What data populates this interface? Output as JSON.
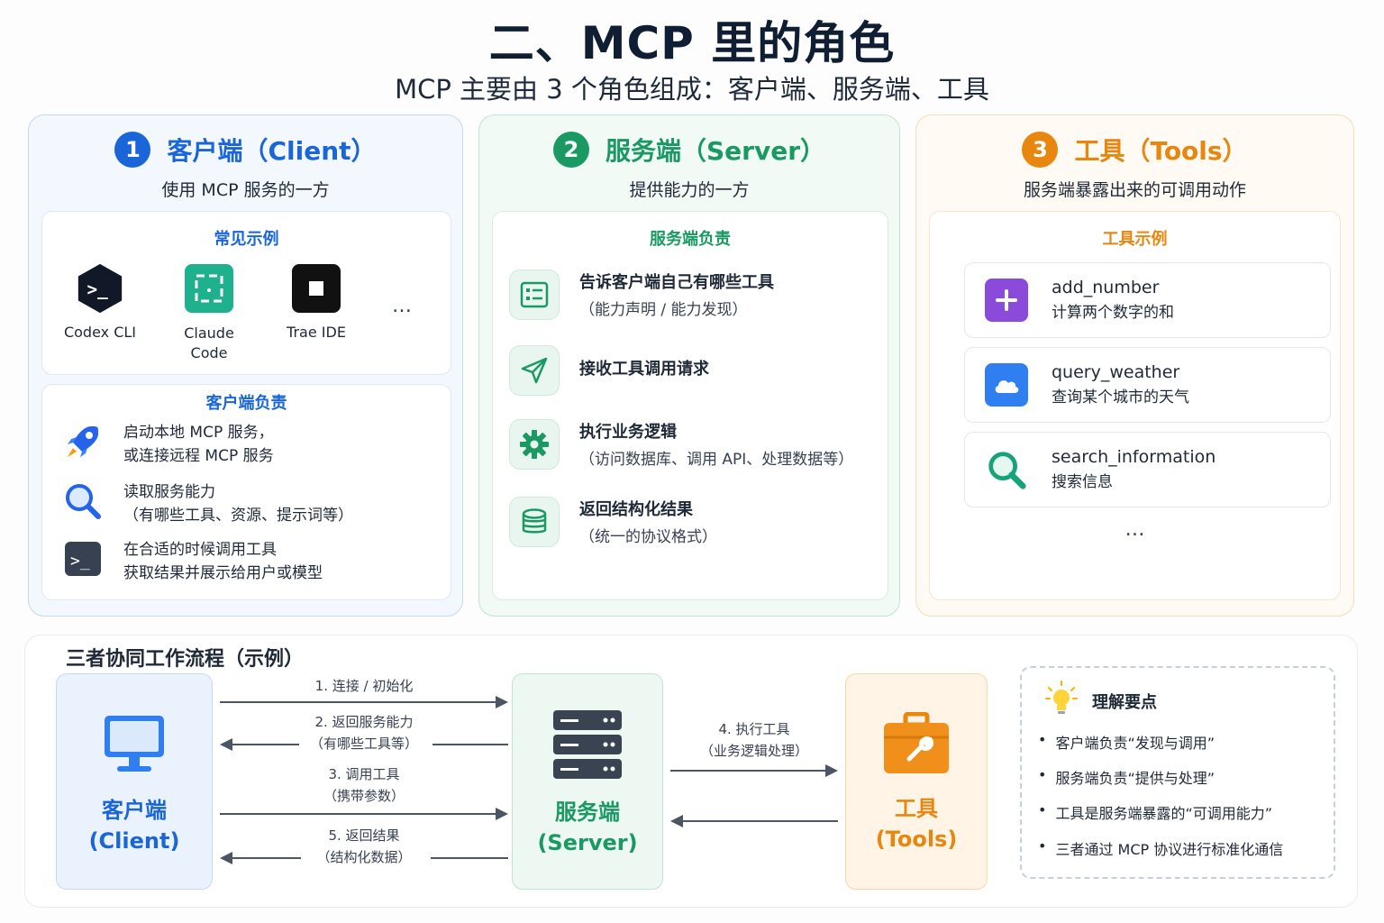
{
  "header": {
    "title": "二、MCP 里的角色",
    "subtitle": "MCP 主要由 3 个角色组成：客户端、服务端、工具"
  },
  "client": {
    "num": "1",
    "title": "客户端（Client）",
    "sub": "使用 MCP 服务的一方",
    "examples_title": "常见示例",
    "examples": [
      {
        "label": "Codex CLI",
        "icon": "terminal-hexagon-icon"
      },
      {
        "label": "Claude Code",
        "icon": "claude-code-icon"
      },
      {
        "label": "Trae IDE",
        "icon": "trae-ide-icon"
      }
    ],
    "more": "…",
    "resp_title": "客户端负责",
    "resp": [
      {
        "l1": "启动本地 MCP 服务，",
        "l2": "或连接远程 MCP 服务",
        "icon": "rocket-icon"
      },
      {
        "l1": "读取服务能力",
        "l2": "（有哪些工具、资源、提示词等）",
        "icon": "magnifier-icon"
      },
      {
        "l1": "在合适的时候调用工具",
        "l2": "获取结果并展示给用户或模型",
        "icon": "terminal-icon"
      }
    ]
  },
  "server": {
    "num": "2",
    "title": "服务端（Server）",
    "sub": "提供能力的一方",
    "resp_title": "服务端负责",
    "resp": [
      {
        "l1": "告诉客户端自己有哪些工具",
        "l2": "（能力声明 / 能力发现）",
        "icon": "list-icon"
      },
      {
        "l1": "接收工具调用请求",
        "l2": "",
        "icon": "send-icon"
      },
      {
        "l1": "执行业务逻辑",
        "l2": "（访问数据库、调用 API、处理数据等）",
        "icon": "gear-icon"
      },
      {
        "l1": "返回结构化结果",
        "l2": "（统一的协议格式）",
        "icon": "database-icon"
      }
    ]
  },
  "tools": {
    "num": "3",
    "title": "工具（Tools）",
    "sub": "服务端暴露出来的可调用动作",
    "examples_title": "工具示例",
    "items": [
      {
        "name": "add_number",
        "desc": "计算两个数字的和",
        "icon": "plus-icon"
      },
      {
        "name": "query_weather",
        "desc": "查询某个城市的天气",
        "icon": "cloud-icon"
      },
      {
        "name": "search_information",
        "desc": "搜索信息",
        "icon": "search-icon"
      }
    ],
    "more": "…"
  },
  "flow": {
    "title": "三者协同工作流程（示例）",
    "client": {
      "l1": "客户端",
      "l2": "(Client)"
    },
    "server": {
      "l1": "服务端",
      "l2": "(Server)"
    },
    "tools": {
      "l1": "工具",
      "l2": "(Tools)"
    },
    "steps": {
      "s1": "1. 连接 / 初始化",
      "s2a": "2. 返回服务能力",
      "s2b": "（有哪些工具等）",
      "s3a": "3. 调用工具",
      "s3b": "（携带参数）",
      "s4a": "4. 执行工具",
      "s4b": "（业务逻辑处理）",
      "s5a": "5. 返回结果",
      "s5b": "（结构化数据）"
    },
    "tips_title": "理解要点",
    "tips": [
      "客户端负责“发现与调用”",
      "服务端负责“提供与处理”",
      "工具是服务端暴露的“可调用能力”",
      "三者通过 MCP 协议进行标准化通信"
    ]
  },
  "colors": {
    "client": "#1a66d9",
    "server": "#1a9a62",
    "tools": "#e8870f"
  }
}
